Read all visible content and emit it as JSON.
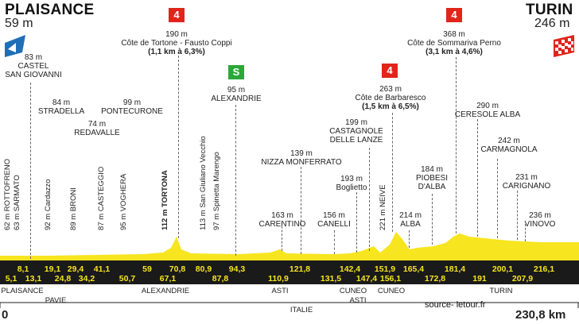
{
  "start": {
    "city": "PLAISANCE",
    "alt": "59 m"
  },
  "finish": {
    "city": "TURIN",
    "alt": "246 m"
  },
  "climbs": [
    {
      "cat": "4",
      "alt": "190 m",
      "name": "Côte de Tortone - Fausto Coppi",
      "detail": "(1,1 km à 6,3%)"
    },
    {
      "cat": "4",
      "alt": "263 m",
      "name": "Côte de Barbaresco",
      "detail": "(1,5 km à 6,5%)"
    },
    {
      "cat": "4",
      "alt": "368 m",
      "name": "Côte de Sommariva Perno",
      "detail": "(3,1 km à 4,6%)"
    }
  ],
  "sprint": {
    "badge": "S",
    "alt": "95 m",
    "name": "ALEXANDRIE"
  },
  "waypoints": [
    {
      "alt": "83 m",
      "name1": "CASTEL",
      "name2": "SAN GIOVANNI"
    },
    {
      "alt": "84 m",
      "name1": "STRADELLA"
    },
    {
      "alt": "74 m",
      "name1": "REDAVALLE"
    },
    {
      "alt": "99 m",
      "name1": "PONTECURONE"
    },
    {
      "alt": "163 m",
      "name1": "CARENTINO"
    },
    {
      "alt": "139 m",
      "name1": "NIZZA MONFERRATO"
    },
    {
      "alt": "156 m",
      "name1": "CANELLI"
    },
    {
      "alt": "193 m",
      "name1": "Boglietto"
    },
    {
      "alt": "199 m",
      "name1": "CASTAGNOLE",
      "name2": "DELLE LANZE"
    },
    {
      "alt": "214 m",
      "name1": "ALBA"
    },
    {
      "alt": "184 m",
      "name1": "PIOBESI",
      "name2": "D'ALBA"
    },
    {
      "alt": "290 m",
      "name1": "CERESOLE ALBA"
    },
    {
      "alt": "242 m",
      "name1": "CARMAGNOLA"
    },
    {
      "alt": "231 m",
      "name1": "CARIGNANO"
    },
    {
      "alt": "236 m",
      "name1": "VINOVO"
    }
  ],
  "vertical": [
    "62 m ROTTOFRENO",
    "63 m SARMATO",
    "92 m Cardazzo",
    "89 m BRONI",
    "87 m CASTEGGIO",
    "95 m VOGHERA",
    "112 m TORTONA",
    "113 m San Giuliano Vecchio",
    "97 m Spinetta Marengo",
    "221 m NEIVE"
  ],
  "km_top": [
    "8,1",
    "19,1",
    "29,4",
    "41,1",
    "70,8",
    "80,9",
    "94,3",
    "121,8",
    "142,4",
    "151,9",
    "165,4",
    "181,4",
    "200,1",
    "216,1"
  ],
  "km_bottom": [
    "5,1",
    "13,1",
    "24,8",
    "34,2",
    "50,7",
    "59",
    "67,1",
    "87,8",
    "110,9",
    "131,5",
    "147,4",
    "156,1",
    "172,8",
    "191",
    "207,9"
  ],
  "places_bottom": [
    {
      "name": "PLAISANCE"
    },
    {
      "name": "PAVIE"
    },
    {
      "name": "ALEXANDRIE"
    },
    {
      "name": "ASTI"
    },
    {
      "name": "ITALIE"
    },
    {
      "name": "CUNEO"
    },
    {
      "name": "ASTI",
      "sub": true
    },
    {
      "name": "CUNEO"
    },
    {
      "name": "TURIN"
    }
  ],
  "axis": {
    "start": "0",
    "end": "230,8 km"
  },
  "source": "source- letour.fr",
  "colors": {
    "profile": "#f7e51f",
    "road": "#1a1a1a",
    "climb_badge": "#e1251b",
    "sprint_badge": "#2aa838",
    "start_flag": "#1f6fb8"
  }
}
